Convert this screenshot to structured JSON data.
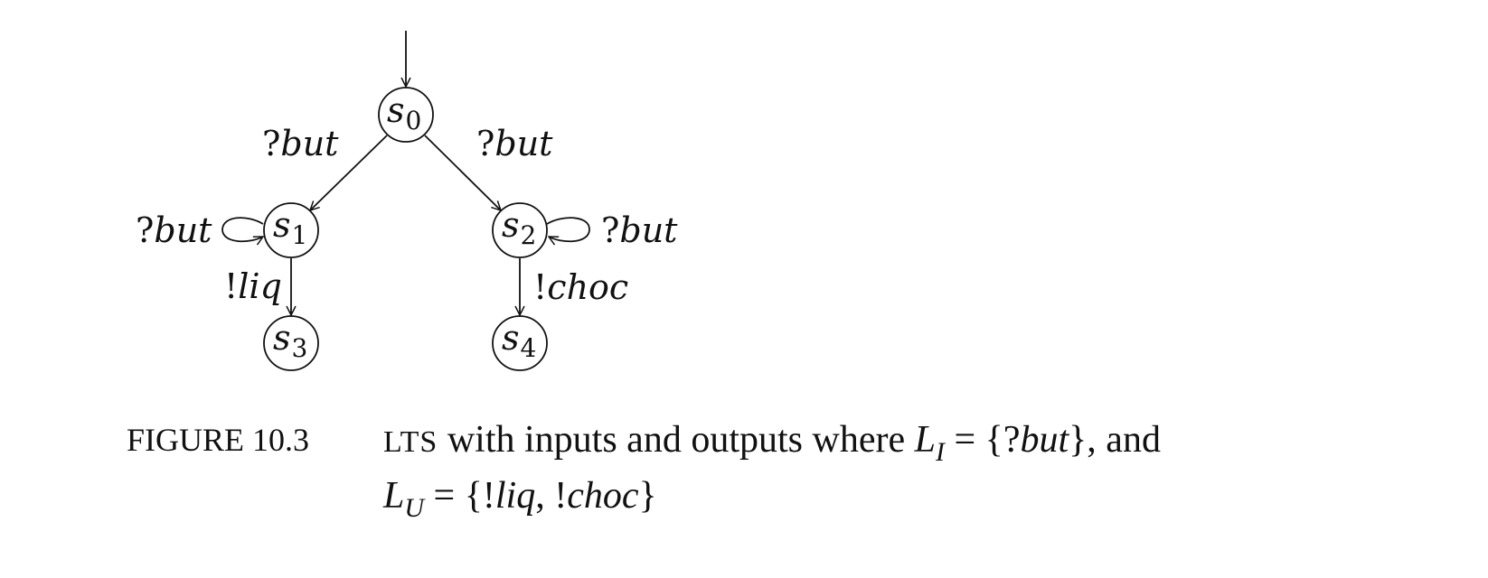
{
  "diagram": {
    "states": [
      {
        "name": "s",
        "index": "0"
      },
      {
        "name": "s",
        "index": "1"
      },
      {
        "name": "s",
        "index": "2"
      },
      {
        "name": "s",
        "index": "3"
      },
      {
        "name": "s",
        "index": "4"
      }
    ],
    "transitions": [
      {
        "from": "s0",
        "to": "s1",
        "prefix": "?",
        "action": "but"
      },
      {
        "from": "s0",
        "to": "s2",
        "prefix": "?",
        "action": "but"
      },
      {
        "from": "s1",
        "to": "s1",
        "prefix": "?",
        "action": "but"
      },
      {
        "from": "s2",
        "to": "s2",
        "prefix": "?",
        "action": "but"
      },
      {
        "from": "s1",
        "to": "s3",
        "prefix": "!",
        "action": "liq"
      },
      {
        "from": "s2",
        "to": "s4",
        "prefix": "!",
        "action": "choc"
      }
    ],
    "initial_state": "s0"
  },
  "caption": {
    "figure_label": "FIGURE 10.3",
    "lts": "LTS",
    "text_1": " with inputs and outputs where ",
    "li_base": "L",
    "li_sub": "I",
    "eq_1": " = {?",
    "input_action": "but",
    "text_2": "}, and",
    "lu_base": "L",
    "lu_sub": "U",
    "eq_2": " = {!",
    "output_action_1": "liq",
    "comma": ", !",
    "output_action_2": "choc",
    "close": "}"
  }
}
